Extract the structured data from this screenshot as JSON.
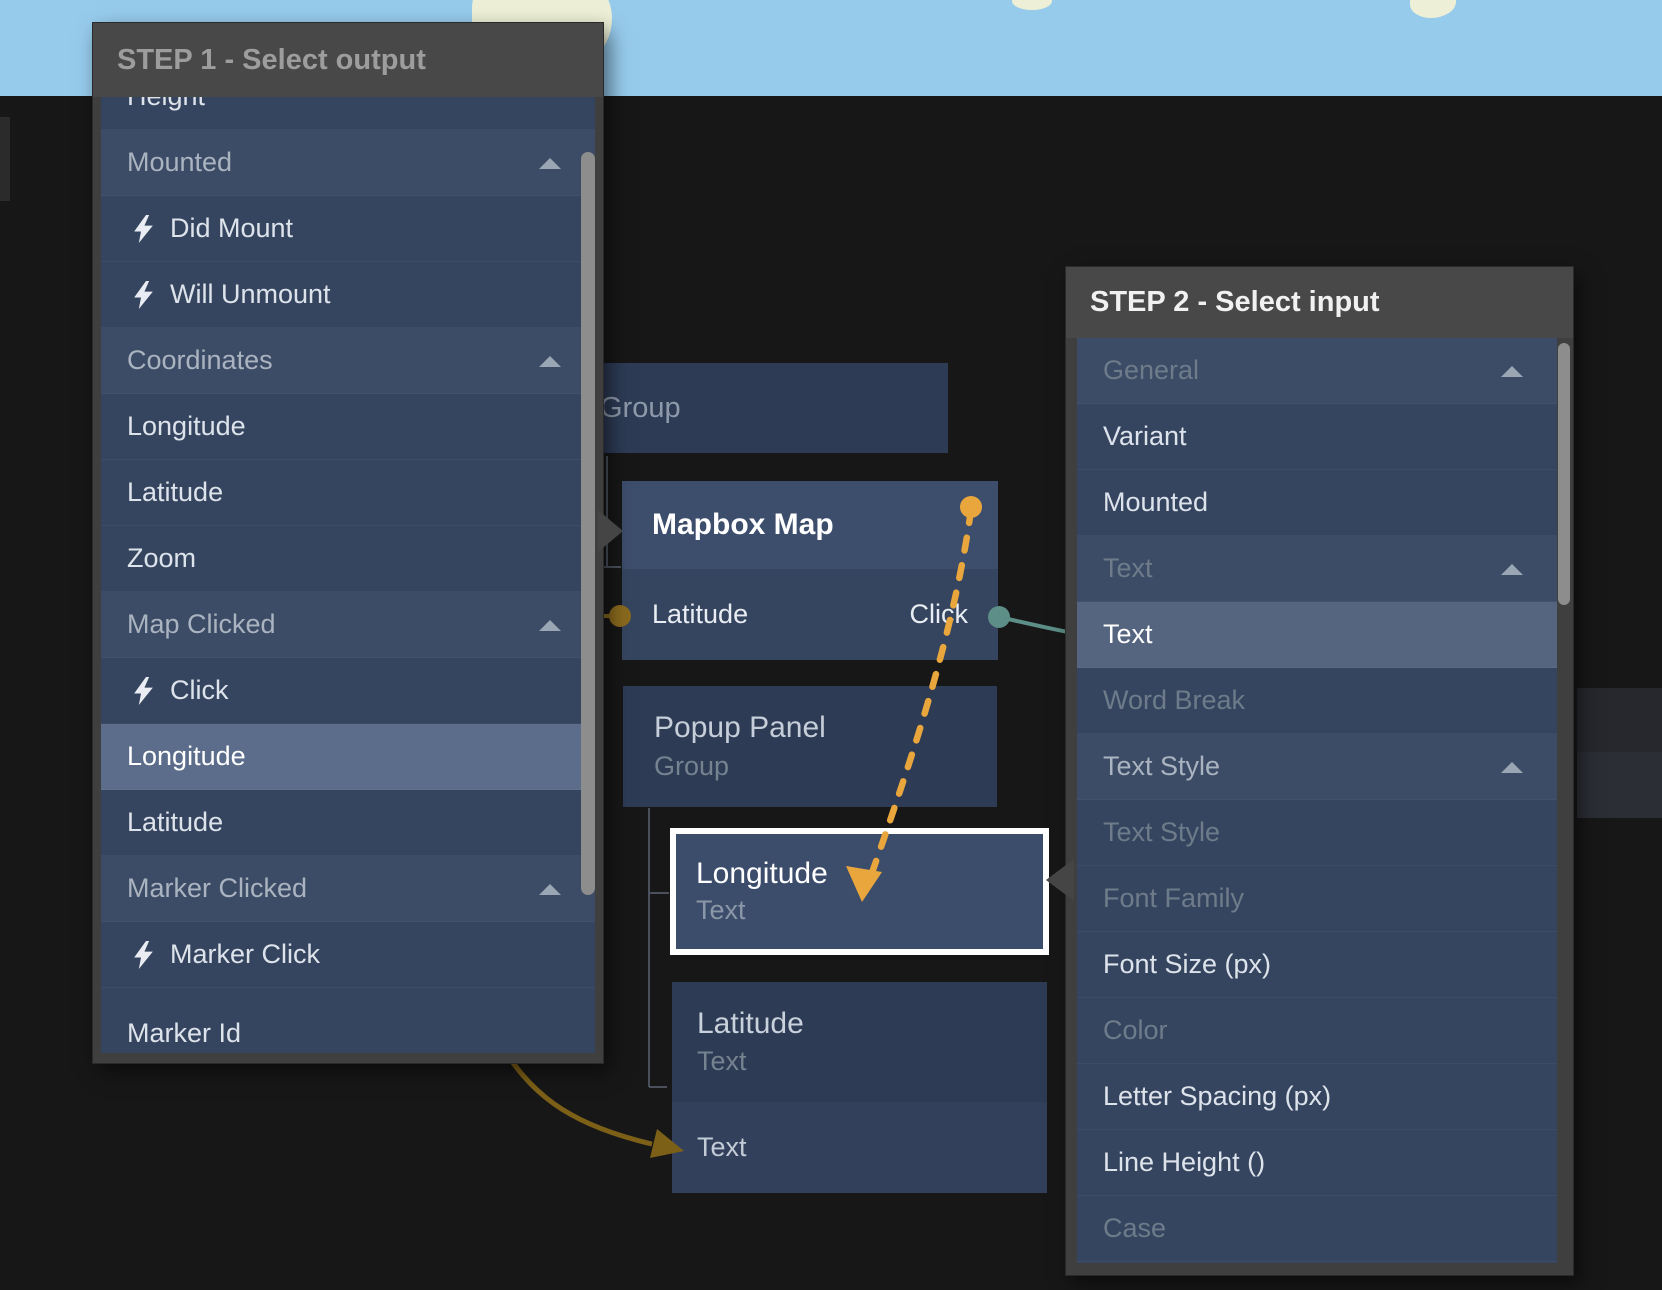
{
  "step1_panel": {
    "title": "STEP 1 - Select output",
    "items": [
      {
        "label": "Height",
        "kind": "item",
        "state": "cut-top"
      },
      {
        "label": "Mounted",
        "kind": "group",
        "state": "normal"
      },
      {
        "label": "Did Mount",
        "kind": "event",
        "state": "normal"
      },
      {
        "label": "Will Unmount",
        "kind": "event",
        "state": "normal"
      },
      {
        "label": "Coordinates",
        "kind": "group",
        "state": "normal"
      },
      {
        "label": "Longitude",
        "kind": "item",
        "state": "normal"
      },
      {
        "label": "Latitude",
        "kind": "item",
        "state": "normal"
      },
      {
        "label": "Zoom",
        "kind": "item",
        "state": "normal"
      },
      {
        "label": "Map Clicked",
        "kind": "group",
        "state": "normal"
      },
      {
        "label": "Click",
        "kind": "event",
        "state": "normal"
      },
      {
        "label": "Longitude",
        "kind": "item",
        "state": "selected"
      },
      {
        "label": "Latitude",
        "kind": "item",
        "state": "normal"
      },
      {
        "label": "Marker Clicked",
        "kind": "group",
        "state": "normal"
      },
      {
        "label": "Marker Click",
        "kind": "event",
        "state": "normal"
      },
      {
        "label": "Marker Id",
        "kind": "item",
        "state": "cut-bottom"
      }
    ]
  },
  "step2_panel": {
    "title": "STEP 2 - Select input",
    "items": [
      {
        "label": "General",
        "kind": "group",
        "state": "dim"
      },
      {
        "label": "Variant",
        "kind": "item",
        "state": "normal"
      },
      {
        "label": "Mounted",
        "kind": "item",
        "state": "normal"
      },
      {
        "label": "Text",
        "kind": "group",
        "state": "dim"
      },
      {
        "label": "Text",
        "kind": "item",
        "state": "selected"
      },
      {
        "label": "Word Break",
        "kind": "item",
        "state": "dim"
      },
      {
        "label": "Text Style",
        "kind": "group",
        "state": "normal"
      },
      {
        "label": "Text Style",
        "kind": "item",
        "state": "dim"
      },
      {
        "label": "Font Family",
        "kind": "item",
        "state": "dim"
      },
      {
        "label": "Font Size (px)",
        "kind": "item",
        "state": "normal"
      },
      {
        "label": "Color",
        "kind": "item",
        "state": "dim"
      },
      {
        "label": "Letter Spacing (px)",
        "kind": "item",
        "state": "normal"
      },
      {
        "label": "Line Height ()",
        "kind": "item",
        "state": "normal"
      },
      {
        "label": "Case",
        "kind": "item",
        "state": "dim"
      }
    ]
  },
  "nodes": {
    "group": {
      "title": "Group"
    },
    "mapbox": {
      "title": "Mapbox Map",
      "left_port": "Latitude",
      "right_port": "Click"
    },
    "popup": {
      "title": "Popup Panel",
      "subtitle": "Group"
    },
    "longitude": {
      "title": "Longitude",
      "subtitle": "Text"
    },
    "latitude": {
      "title": "Latitude",
      "subtitle": "Text",
      "port": "Text"
    }
  },
  "colors": {
    "map_blue": "#97cbec",
    "land": "#edf0d6",
    "connection_orange": "#e9a63c",
    "connection_olive_dot": "#8a6a1e",
    "connection_olive_arrow": "#7d6018",
    "connection_teal": "#5d8f88",
    "selection_row_step1": "#5c6d8b",
    "selection_row_step2": "#55657f",
    "panel_header": "#484848",
    "node_header": "#3d4e6c"
  }
}
